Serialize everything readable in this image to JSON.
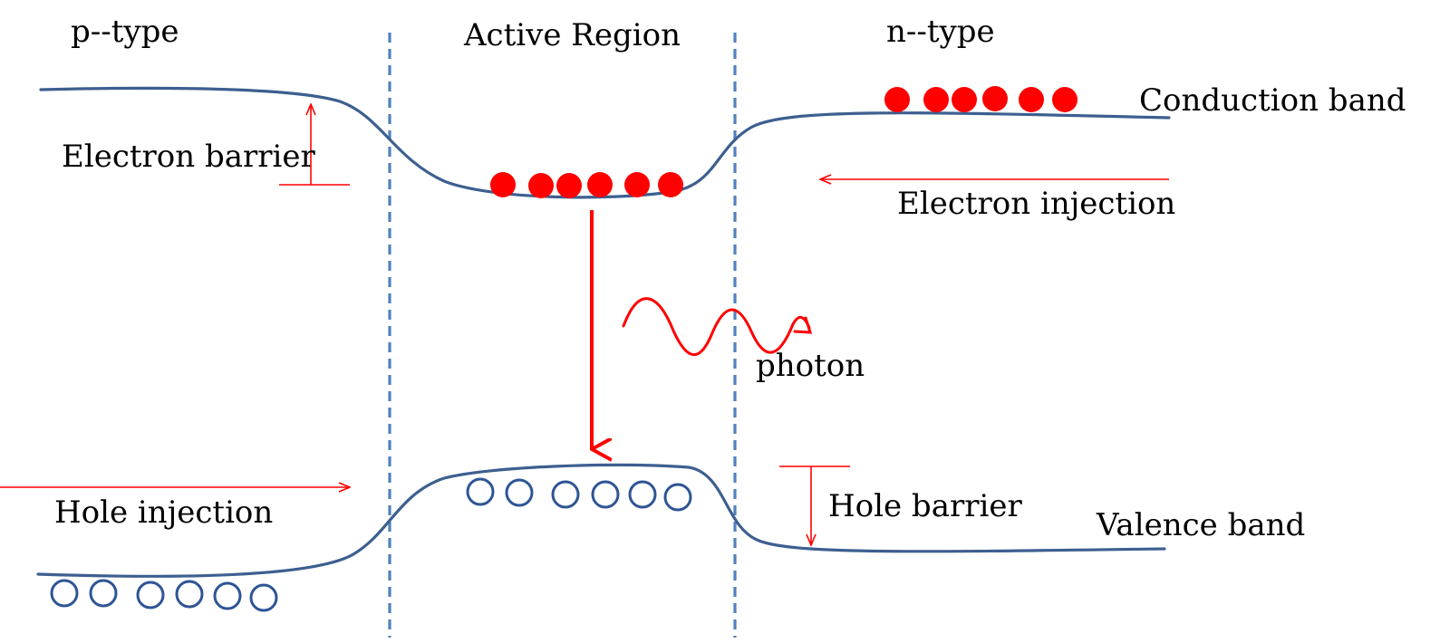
{
  "labels": {
    "p_type": "p--type",
    "active_region": "Active Region",
    "n_type": "n--type",
    "conduction_band": "Conduction band",
    "valence_band": "Valence band",
    "electron_barrier": "Electron barrier",
    "electron_injection": "Electron injection",
    "hole_injection": "Hole injection",
    "hole_barrier": "Hole barrier",
    "photon": "photon"
  },
  "counts": {
    "active_electrons": 6,
    "n_side_electrons": 6,
    "active_holes": 6,
    "p_side_holes": 6
  },
  "colors": {
    "band_line": "#3d5f90",
    "divider": "#4f81bd",
    "carrier_red": "#ff0000",
    "hole_outline": "#2e5595",
    "arrow_red": "#ff0000"
  }
}
